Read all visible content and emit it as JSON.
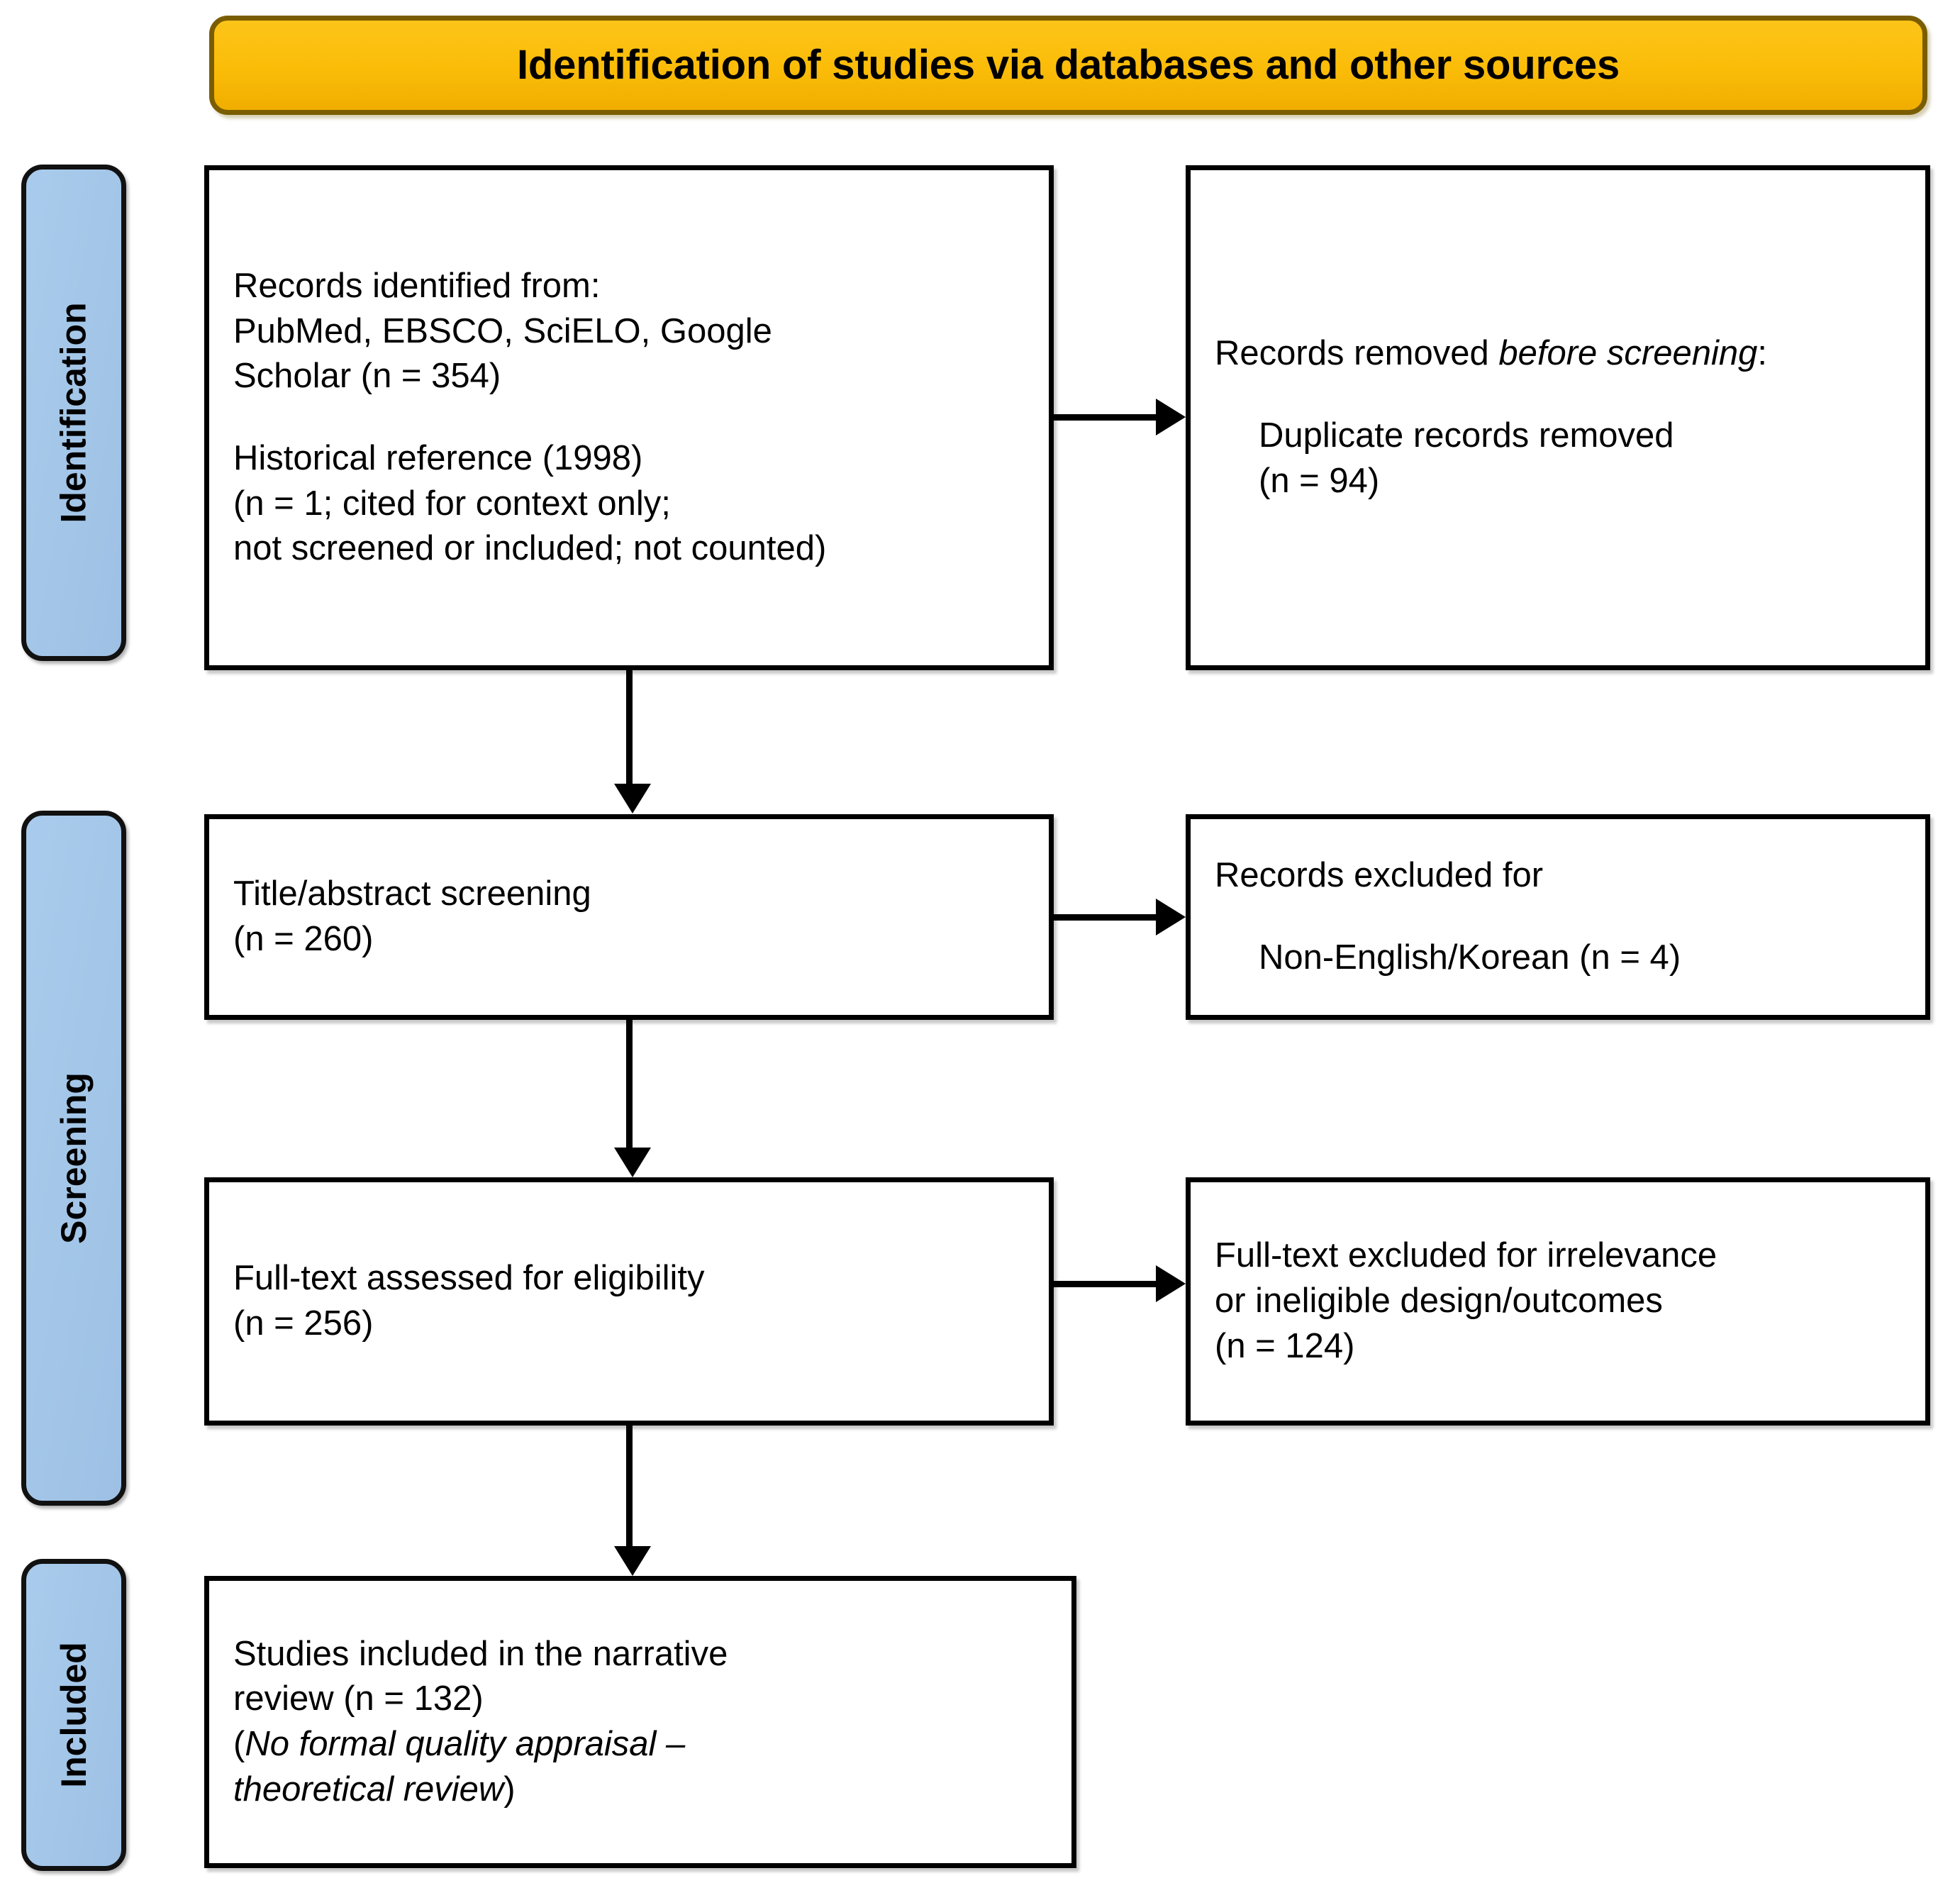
{
  "banner": {
    "title": "Identification of studies via databases and other sources",
    "fill_color": "#FBC015",
    "border_color": "#7A5D00"
  },
  "stages": {
    "fill_color": "#A3C6E8",
    "border_color": "#111111",
    "identification": "Identification",
    "screening": "Screening",
    "included": "Included"
  },
  "boxes": {
    "identified": {
      "line1": "Records identified from:\nPubMed, EBSCO, SciELO, Google\nScholar (n = 354)",
      "line2": "Historical reference (1998)\n(n = 1; cited for context only;\nnot screened or included; not counted)"
    },
    "removed": {
      "heading_plain": "Records removed ",
      "heading_italic": "before screening",
      "heading_tail": ":",
      "detail": "Duplicate records removed\n(n = 94)"
    },
    "title_screening": {
      "text": "Title/abstract screening\n(n = 260)"
    },
    "excluded_language": {
      "heading": "Records excluded for",
      "detail": "Non-English/Korean (n = 4)"
    },
    "fulltext": {
      "text": "Full-text assessed for eligibility\n(n = 256)"
    },
    "excluded_fulltext": {
      "text": "Full-text excluded for irrelevance\nor ineligible design/outcomes\n(n = 124)"
    },
    "included": {
      "line1": "Studies included in the narrative\nreview (n = 132)",
      "line2_open": "(",
      "line2_italic": "No formal quality appraisal –\ntheoretical review",
      "line2_close": ")"
    }
  },
  "chart_data": {
    "type": "diagram",
    "title": "Identification of studies via databases and other sources",
    "diagram_kind": "PRISMA 2020 flow diagram",
    "stages": [
      "Identification",
      "Screening",
      "Included"
    ],
    "nodes": [
      {
        "id": "identified",
        "stage": "Identification",
        "label": "Records identified from: PubMed, EBSCO, SciELO, Google Scholar",
        "n": 354
      },
      {
        "id": "historical",
        "stage": "Identification",
        "label": "Historical reference (1998); cited for context only; not screened or included; not counted",
        "n": 1
      },
      {
        "id": "duplicates_removed",
        "stage": "Identification",
        "label": "Duplicate records removed",
        "n": 94
      },
      {
        "id": "title_abstract_screening",
        "stage": "Screening",
        "label": "Title/abstract screening",
        "n": 260
      },
      {
        "id": "excluded_language",
        "stage": "Screening",
        "label": "Records excluded for Non-English/Korean",
        "n": 4
      },
      {
        "id": "fulltext_assessed",
        "stage": "Screening",
        "label": "Full-text assessed for eligibility",
        "n": 256
      },
      {
        "id": "excluded_fulltext",
        "stage": "Screening",
        "label": "Full-text excluded for irrelevance or ineligible design/outcomes",
        "n": 124
      },
      {
        "id": "included_narrative",
        "stage": "Included",
        "label": "Studies included in the narrative review (no formal quality appraisal – theoretical review)",
        "n": 132
      }
    ],
    "edges": [
      {
        "from": "identified",
        "to": "duplicates_removed",
        "direction": "right"
      },
      {
        "from": "identified",
        "to": "title_abstract_screening",
        "direction": "down"
      },
      {
        "from": "title_abstract_screening",
        "to": "excluded_language",
        "direction": "right"
      },
      {
        "from": "title_abstract_screening",
        "to": "fulltext_assessed",
        "direction": "down"
      },
      {
        "from": "fulltext_assessed",
        "to": "excluded_fulltext",
        "direction": "right"
      },
      {
        "from": "fulltext_assessed",
        "to": "included_narrative",
        "direction": "down"
      }
    ]
  }
}
